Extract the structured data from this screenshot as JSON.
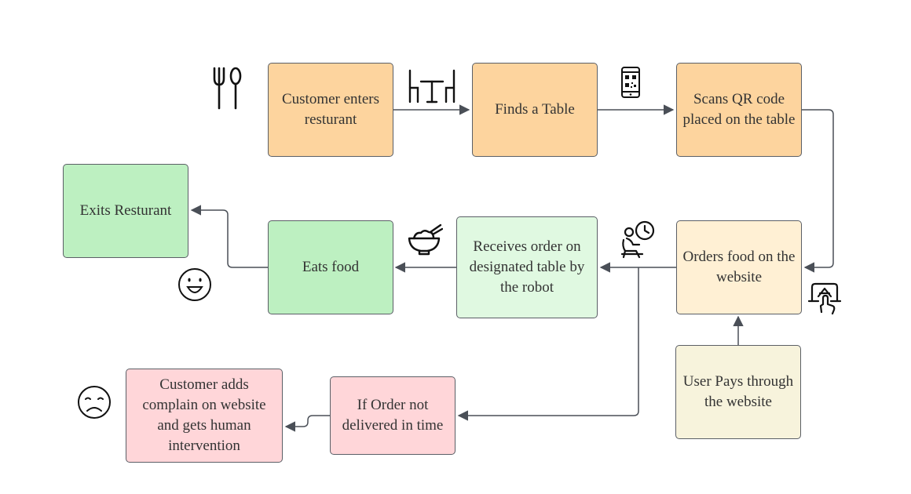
{
  "colors": {
    "orange": "#fdd49e",
    "light_orange": "#fff0d4",
    "green": "#bdf0c1",
    "light_green": "#e0f9e1",
    "red": "#ffd6d9",
    "cream": "#f7f3dc",
    "edge": "#4a4f57"
  },
  "nodes": {
    "customer_enters": "Customer enters resturant",
    "finds_table": "Finds a Table",
    "scans_qr": "Scans QR code placed on the table",
    "orders_food": "Orders food on the website",
    "user_pays": "User Pays through the website",
    "receives_order": "Receives order on designated table by the robot",
    "eats_food": "Eats food",
    "exits": "Exits Resturant",
    "if_not_delivered": "If Order not delivered in time",
    "complain": "Customer adds complain on website and gets human intervention"
  },
  "icons": {
    "cutlery": "fork-and-spoon-icon",
    "table": "dining-table-icon",
    "phone": "phone-qr-icon",
    "waiting": "person-waiting-clock-icon",
    "pay": "tap-pay-terminal-icon",
    "bowl": "food-bowl-icon",
    "happy": "smiley-face-icon",
    "sad": "sad-face-icon"
  }
}
